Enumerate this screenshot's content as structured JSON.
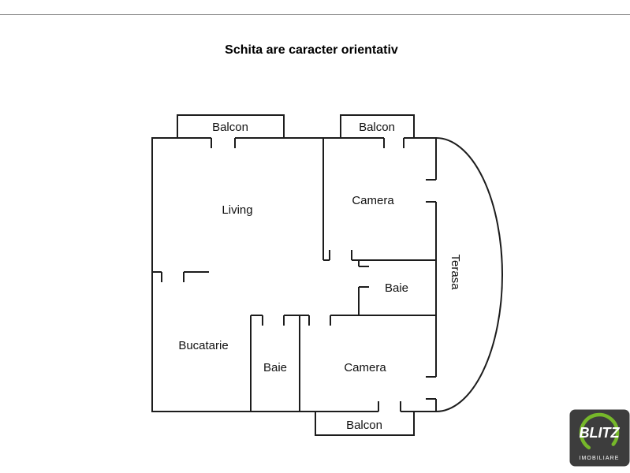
{
  "page": {
    "title": "Schita are caracter orientativ"
  },
  "plan": {
    "rooms": {
      "living": "Living",
      "camera_top": "Camera",
      "terasa": "Terasa",
      "baie_mid": "Baie",
      "bucatarie": "Bucatarie",
      "baie_bottom": "Baie",
      "camera_bottom": "Camera"
    },
    "balconies": {
      "top_left": "Balcon",
      "top_right": "Balcon",
      "bottom": "Balcon"
    },
    "colors": {
      "wall": "#1c1c1c",
      "label_text": "#111111"
    }
  },
  "logo": {
    "brand": "BLITZ",
    "subtitle": "IMOBILIARE",
    "accent_color": "#76b82a",
    "background_color": "#3d3d3d"
  }
}
